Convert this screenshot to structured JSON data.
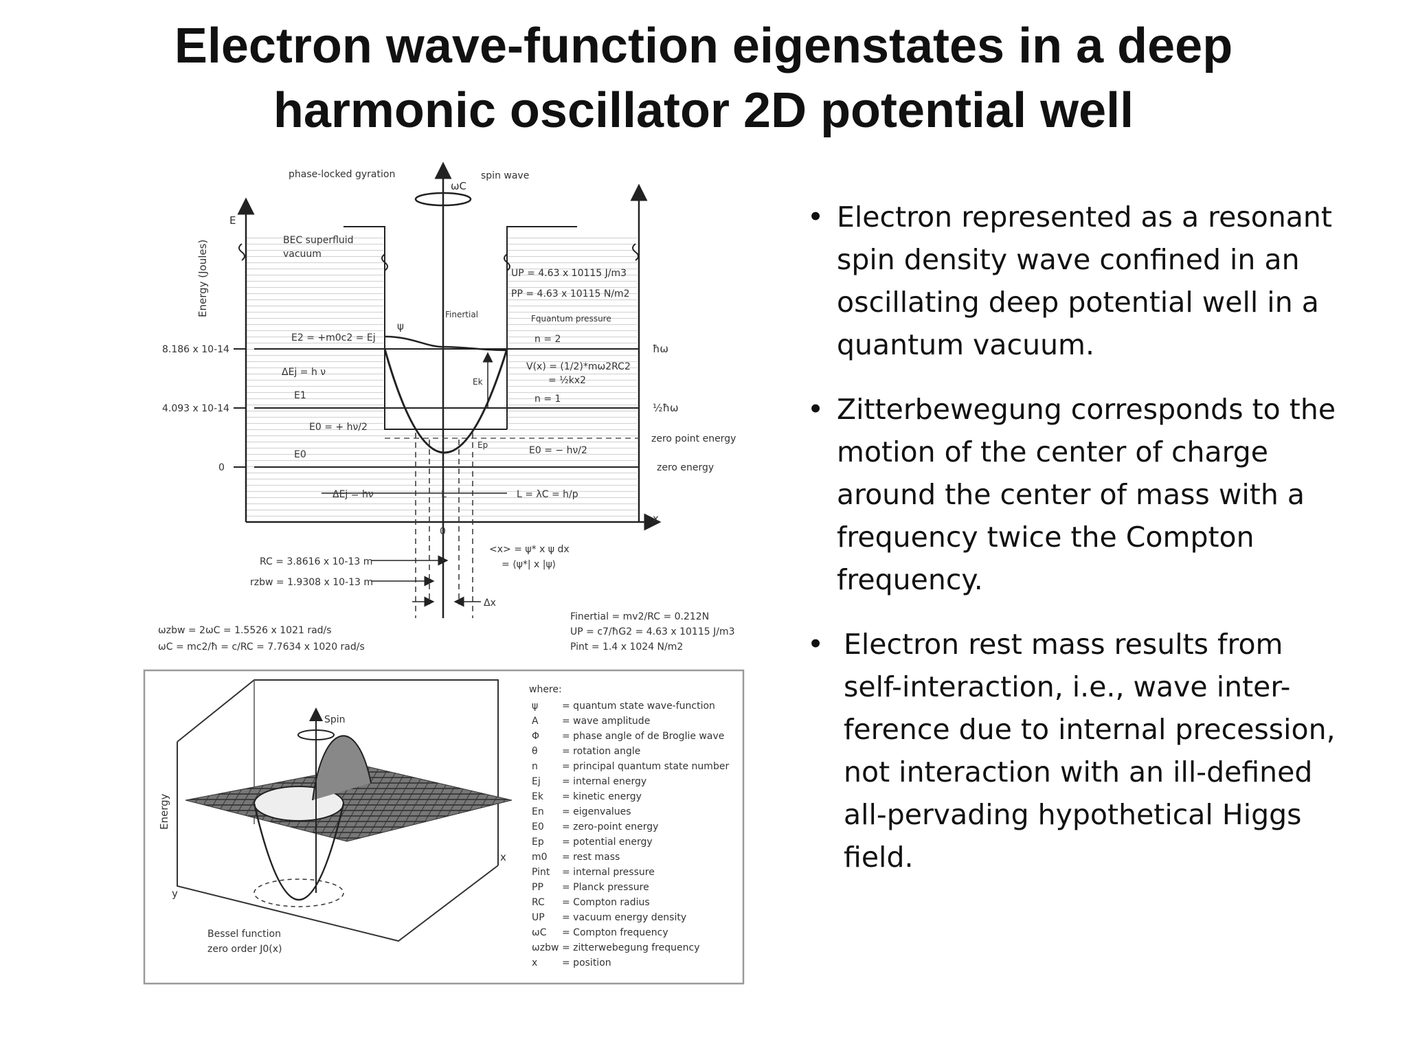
{
  "slide": {
    "title_lines": [
      "Electron wave-function eigenstates in a deep",
      "harmonic oscillator 2D potential well"
    ]
  },
  "bullets": [
    {
      "lines": [
        "Electron represented as a resonant",
        "spin density wave confined in an",
        "oscillating deep potential well in a",
        "quantum vacuum."
      ]
    },
    {
      "lines": [
        "Zitterbewegung corresponds to the",
        "motion of the center of charge",
        "around the center of mass with a",
        "frequency twice the Compton",
        "frequency."
      ]
    },
    {
      "lines": [
        "Electron rest mass results from",
        "self-interaction, i.e., wave inter-",
        "ference due to internal precession,",
        "not interaction with an ill-defined",
        "all-pervading hypothetical Higgs",
        "field."
      ]
    }
  ],
  "diagram": {
    "top_labels": {
      "phase_locked": "phase-locked gyration",
      "omega_c": "ωC",
      "spin_wave": "spin wave",
      "E_axis": "E",
      "y_axis": "Energy (Joules)",
      "bec": "BEC superfluid",
      "vacuum": "vacuum",
      "x_axis": "x",
      "psi": "ψ"
    },
    "energy_ticks": {
      "e2": "8.186 x 10-14",
      "e1": "4.093 x 10-14",
      "e0": "0"
    },
    "right_labels": {
      "up": "UP = 4.63 x 10115 J/m3",
      "pp": "PP = 4.63 x 10115 N/m2",
      "finertial": "Finertial",
      "fquantum": "Fquantum pressure",
      "n2": "n = 2",
      "hw": "ħω",
      "vx1": "V(x) = (1/2)*mω2RC2",
      "vx2": "= ½kx2",
      "n1": "n = 1",
      "halfhw": "½ħω",
      "zpe": "zero point energy",
      "ze": "zero energy",
      "ek": "Ek",
      "ep": "Ep",
      "e0neg": "E0 = − hν/2"
    },
    "left_labels": {
      "e2eq": "E2 = +m0c2 = Ej",
      "de": "ΔEj = h ν",
      "e1": "E1",
      "e0plus": "E0 = + hν/2",
      "e0": "E0",
      "dehv": "ΔEj = hν",
      "L": "L",
      "Lc": "L = λC = h/p",
      "zero": "0"
    },
    "bottom_labels": {
      "rc": "RC = 3.8616 x 10-13 m",
      "rzbw": "rzbw = 1.9308 x 10-13 m",
      "expect1": "<x> = ψ* x ψ dx",
      "expect2": "= ⟨ψ*| x |ψ⟩",
      "dx": "Δx",
      "wzbw": "ωzbw = 2ωC = 1.5526 x 1021 rad/s",
      "wc": "ωC = mc2/ħ = c/RC = 7.7634 x 1020 rad/s",
      "fin": "Finertial = mv2/RC = 0.212N",
      "up2": "UP = c7/ħG2 = 4.63 x 10115 J/m3",
      "pint": "Pint = 1.4 x 1024 N/m2"
    },
    "surface_labels": {
      "spin": "Spin",
      "energy": "Energy",
      "y": "y",
      "x": "x",
      "bessel1": "Bessel function",
      "bessel2": "zero order J0(x)"
    },
    "legend_where": "where:",
    "legend": [
      {
        "sym": "ψ",
        "desc": "= quantum state wave-function"
      },
      {
        "sym": "A",
        "desc": "= wave amplitude"
      },
      {
        "sym": "Φ",
        "desc": "= phase angle of de Broglie wave"
      },
      {
        "sym": "θ",
        "desc": "= rotation angle"
      },
      {
        "sym": "n",
        "desc": "= principal quantum state number"
      },
      {
        "sym": "Ej",
        "desc": "= internal energy"
      },
      {
        "sym": "Ek",
        "desc": "= kinetic  energy"
      },
      {
        "sym": "En",
        "desc": "= eigenvalues"
      },
      {
        "sym": "E0",
        "desc": "= zero-point energy"
      },
      {
        "sym": "Ep",
        "desc": "= potential energy"
      },
      {
        "sym": "m0",
        "desc": "= rest mass"
      },
      {
        "sym": "Pint",
        "desc": "= internal pressure"
      },
      {
        "sym": "PP",
        "desc": "= Planck pressure"
      },
      {
        "sym": "RC",
        "desc": "= Compton radius"
      },
      {
        "sym": "UP",
        "desc": "= vacuum energy density"
      },
      {
        "sym": "ωC",
        "desc": "= Compton frequency"
      },
      {
        "sym": "ωzbw",
        "desc": "= zitterwebegung frequency"
      },
      {
        "sym": "x",
        "desc": "= position"
      }
    ]
  }
}
